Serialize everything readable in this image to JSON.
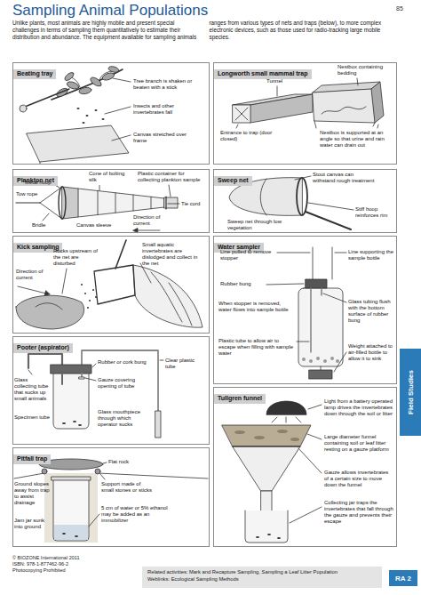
{
  "diagram": {
    "title": "Sampling Animal Populations",
    "nodes": [
      {
        "text": [
          "Beating tray"
        ]
      },
      {
        "text": [
          "Longworth small mammal trap"
        ]
      },
      {
        "text": [
          "Plankton net"
        ]
      },
      {
        "text": [
          "Sweep net"
        ]
      },
      {
        "text": [
          "Kick sampling"
        ]
      },
      {
        "text": [
          "Water sampler"
        ]
      },
      {
        "text": [
          "Pooter (aspirator)"
        ]
      },
      {
        "text": [
          "Tullgren funnel"
        ]
      },
      {
        "text": [
          "Pitfall trap"
        ]
      },
      {
        "text": [
          "Field Studies"
        ]
      },
      {
        "text": [
          "Related activities: Mark and Recapture Sampling, Sampling a Leaf Litter Population",
          "Weblinks: Ecological Sampling Methods"
        ]
      },
      {
        "text": [
          "RA 2"
        ]
      }
    ],
    "labels": [
      "85",
      "Unlike plants, most animals are highly mobile and present special challenges in terms of sampling them quantitatively to estimate their distribution and abundance. The equipment available for sampling animals ranges from various types of nets and traps (below), to more complex electronic devices, such as those used for radio-tracking large mobile species.",
      "Tree branch is shaken or beaten with a stick",
      "Insects and other invertebrates fall",
      "Canvas stretched over frame",
      "Nestbox containing bedding",
      "Tunnel",
      "Entrance to trap (door closed)",
      "Nestbox is supported at an angle so that urine and rain water can drain out",
      "Cone of bolting silk",
      "Plastic container for collecting plankton sample",
      "Metal hoop",
      "Tow rope",
      "Tie cord",
      "Bridle",
      "Canvas sleeve",
      "Direction of current",
      "Stout canvas can withstand rough treatment",
      "Sweep net through low vegetation",
      "Stiff hoop reinforces rim",
      "Small aquatic invertebrates are dislodged and collect in the net",
      "Rocks upstream of the net are disturbed",
      "Direction of current",
      "Line pulled to remove stopper",
      "Line supporting the sample bottle",
      "Rubber bung",
      "When stopper is removed, water flows into sample bottle",
      "Glass tubing flush with the bottom surface of rubber bung",
      "Plastic tube to allow air to escape when filling with sample water",
      "Weight attached to air-filled bottle to allow it to sink",
      "Glass collecting tube that sucks up small animals",
      "Rubber or cork bung",
      "Clear plastic tube",
      "Gauze covering opening of tube",
      "Specimen tube",
      "Glass mouthpiece through which operator sucks",
      "Light from a battery operated lamp drives the invertebrates down through the soil or litter",
      "Large diameter funnel containing soil or leaf litter resting on a gauze platform",
      "Gauze allows invertebrates of a certain size to move down the funnel",
      "Collecting jar traps the invertebrates that fall through the gauze and prevents their escape",
      "Flat rock",
      "Ground slopes away from trap to assist drainage",
      "Support made of small stones or sticks",
      "Jam jar sunk into ground",
      "5 cm of water or 5% ethanol may be added as an immobilizer",
      "© BIOZONE International 2011",
      "ISBN: 978-1-877462-96-2",
      "Photocopying Prohibited"
    ]
  }
}
